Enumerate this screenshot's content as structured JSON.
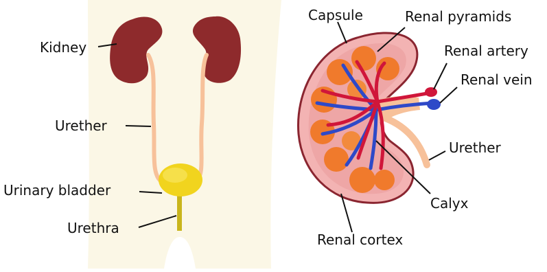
{
  "diagram": {
    "left_panel": {
      "labels": {
        "kidney": "Kidney",
        "urether": "Urether",
        "urinary_bladder": "Urinary bladder",
        "urethra": "Urethra"
      }
    },
    "right_panel": {
      "labels": {
        "capsule": "Capsule",
        "renal_pyramids": "Renal pyramids",
        "renal_artery": "Renal artery",
        "renal_vein": "Renal vein",
        "urether": "Urether",
        "calyx": "Calyx",
        "renal_cortex": "Renal cortex"
      }
    },
    "colors": {
      "body_silhouette": "#fbf7e6",
      "kidney": "#8e2a2c",
      "ureter": "#f7c19a",
      "bladder": "#f1d41e",
      "urethra": "#c9b51c",
      "capsule_outline": "#8a2530",
      "cortex": "#f3b3b3",
      "pyramid": "#f07a2c",
      "artery": "#d0163a",
      "vein": "#2e49c8",
      "leader_line": "#111111"
    }
  }
}
